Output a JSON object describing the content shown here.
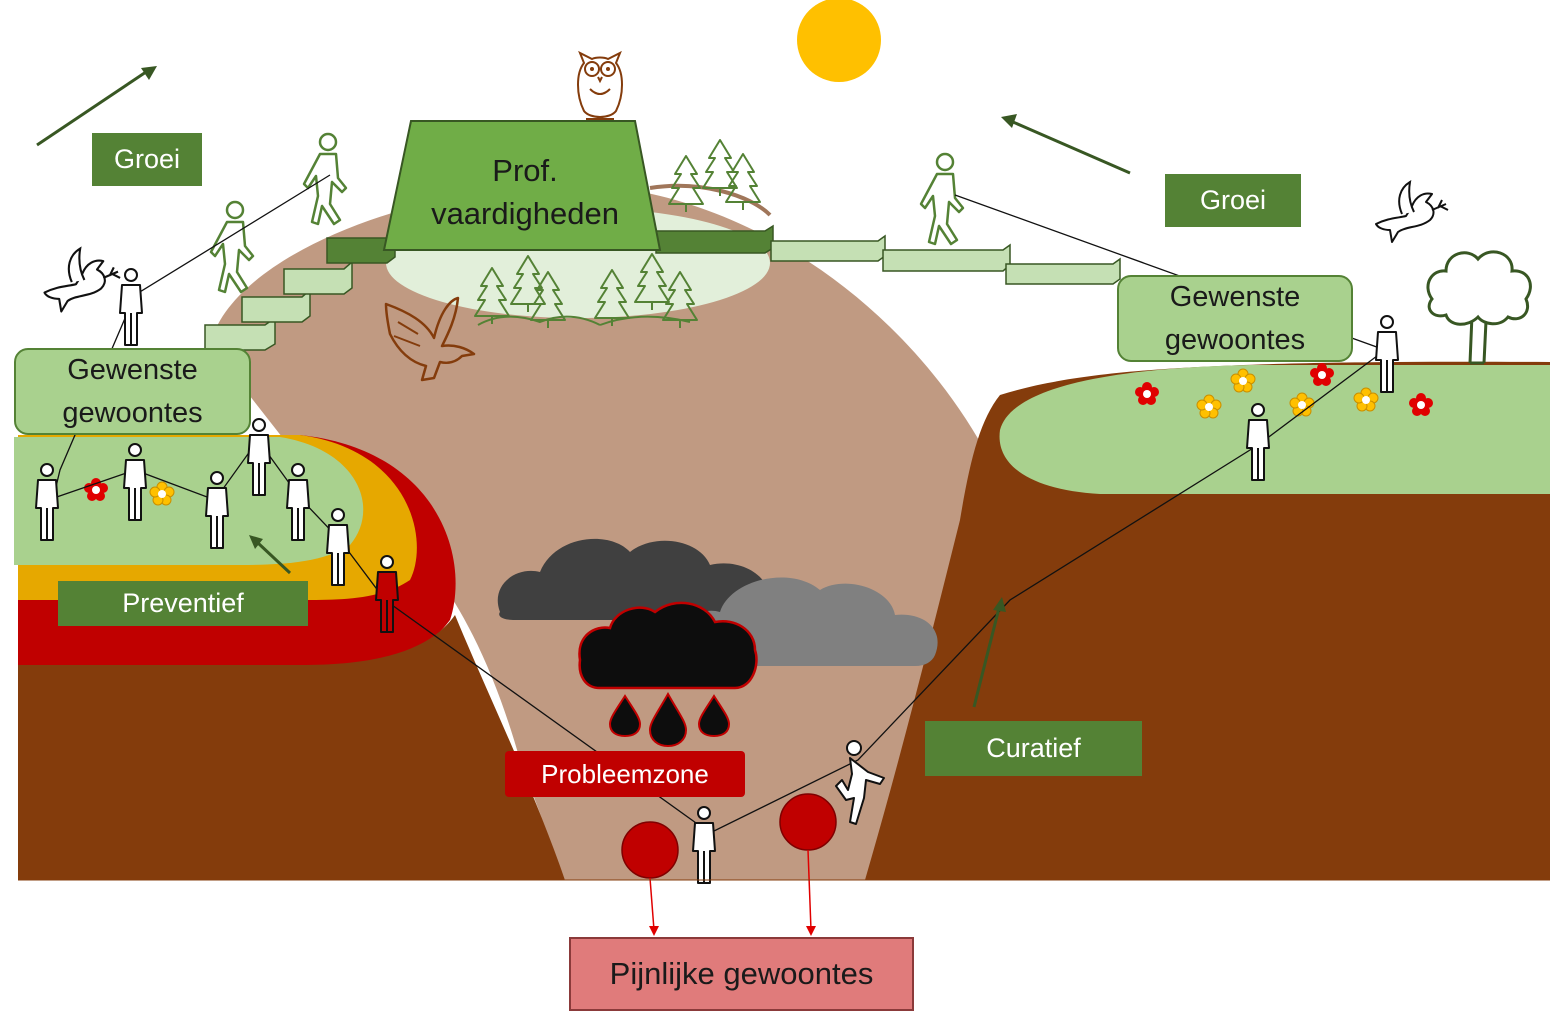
{
  "labels": {
    "groei_left": "Groei",
    "groei_right": "Groei",
    "prof_line1": "Prof.",
    "prof_line2": "vaardigheden",
    "gewenste_left_line1": "Gewenste",
    "gewenste_left_line2": "gewoontes",
    "gewenste_right_line1": "Gewenste",
    "gewenste_right_line2": "gewoontes",
    "preventief": "Preventief",
    "curatief": "Curatief",
    "probleemzone": "Probleemzone",
    "pijnlijke": "Pijnlijke gewoontes"
  },
  "icons": [
    "sun-icon",
    "owl-icon",
    "eagle-icon",
    "dove-icon",
    "tree-icon",
    "pine-tree-icon",
    "flower-icon",
    "person-icon",
    "cloud-icon",
    "raindrop-icon",
    "arrow-icon"
  ],
  "colors": {
    "dark_green": "#548235",
    "light_green": "#a9d18e",
    "brown": "#843c0c",
    "tan": "#c09a82",
    "red": "#c00000",
    "amber": "#e6a800",
    "sun": "#ffc000",
    "pink": "#e07b7b"
  }
}
